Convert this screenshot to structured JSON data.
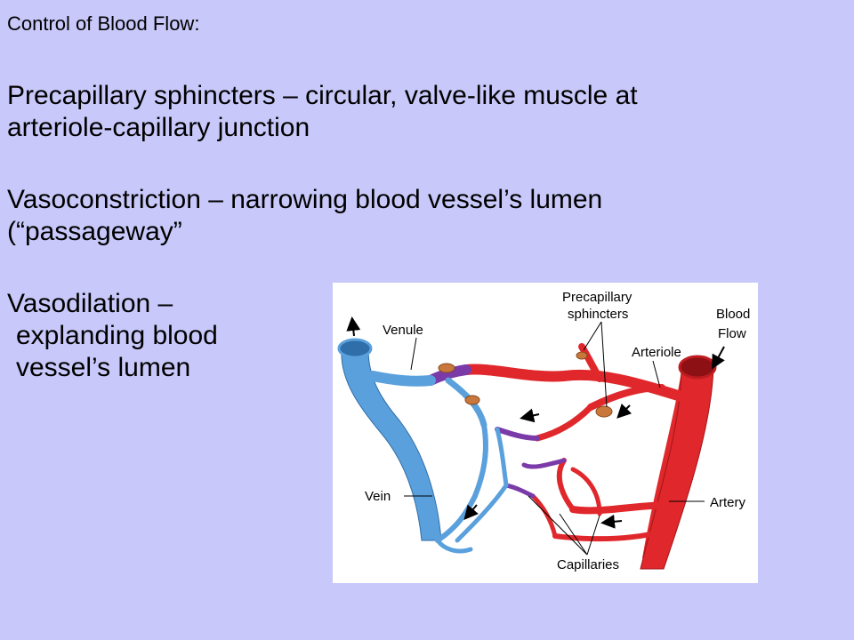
{
  "slide": {
    "title": "Control of Blood Flow:",
    "para1": {
      "line1": "Precapillary sphincters – circular, valve-like muscle at",
      "line2": "arteriole-capillary junction"
    },
    "para2": {
      "line1": "Vasoconstriction – narrowing blood vessel’s lumen",
      "line2": "(“passageway”"
    },
    "para3": {
      "line1": "Vasodilation –",
      "line2": "explanding blood",
      "line3": "vessel’s lumen"
    }
  },
  "figure": {
    "labels": {
      "venule": "Venule",
      "precap_line1": "Precapillary",
      "precap_line2": "sphincters",
      "blood_line1": "Blood",
      "blood_line2": "Flow",
      "arteriole": "Arteriole",
      "vein": "Vein",
      "artery": "Artery",
      "capillaries": "Capillaries"
    },
    "colors": {
      "vein": "#5aa0dc",
      "artery": "#e0282c",
      "mixed": "#7a3aa8",
      "sphincter": "#c8783c",
      "background": "#c8c8fa"
    }
  }
}
